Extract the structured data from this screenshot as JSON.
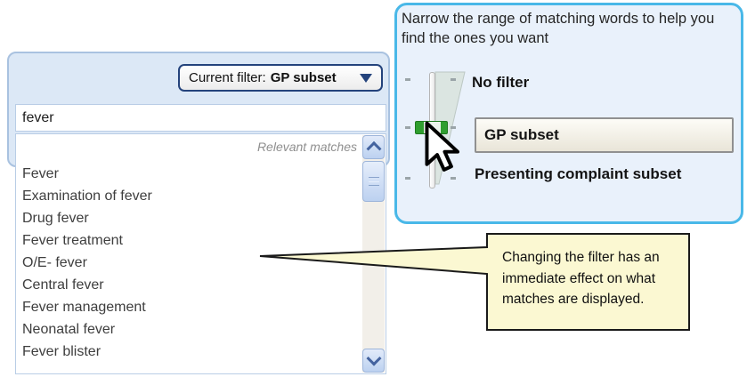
{
  "search_panel": {
    "filter_button": {
      "label_prefix": "Current filter:",
      "value": "GP subset"
    },
    "search_input": {
      "value": "fever"
    },
    "results_header": "Relevant matches",
    "results": [
      "Fever",
      "Examination of fever",
      "Drug fever",
      "Fever treatment",
      "O/E- fever",
      "Central fever",
      "Fever management",
      "Neonatal fever",
      "Fever blister"
    ]
  },
  "filter_tooltip": {
    "heading": "Narrow the range of matching words to help you find the ones you want",
    "options": [
      {
        "label": "No filter",
        "selected": false
      },
      {
        "label": "GP subset",
        "selected": true
      },
      {
        "label": "Presenting complaint subset",
        "selected": false
      }
    ]
  },
  "callout": {
    "text": "Changing the filter has an immediate effect on what matches are displayed."
  },
  "colors": {
    "panel_bg": "#dce8f6",
    "panel_border": "#a9c2e0",
    "tooltip_bg": "#e9f1fb",
    "tooltip_border": "#49b8e8",
    "button_border_navy": "#24437c",
    "callout_bg": "#fbf8d2",
    "callout_border": "#1a1a1a",
    "handle_green": "#2f9e2f",
    "scrollbar_blue": "#bcd1f0"
  }
}
